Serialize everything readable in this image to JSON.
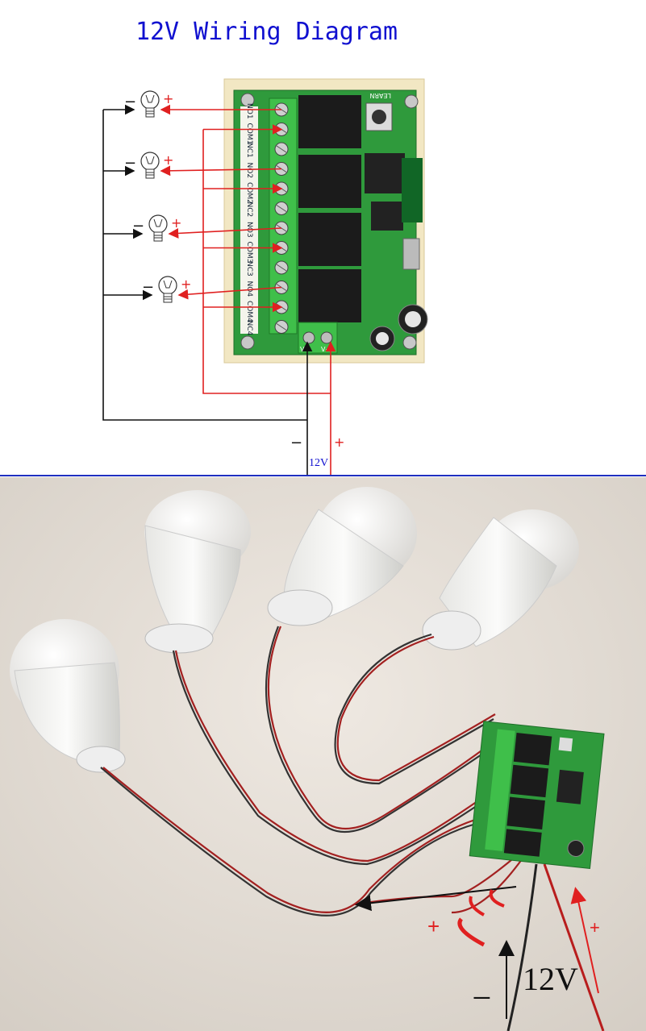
{
  "title": "12V Wiring Diagram",
  "diagram": {
    "board_button_label": "LEARN",
    "terminal_labels": [
      "NO1",
      "COM1",
      "NC1",
      "NO2",
      "COM2",
      "NC2",
      "NO3",
      "COM3",
      "NC3",
      "NO4",
      "COM4",
      "NC4"
    ],
    "power_terminal_labels": [
      "V-",
      "V+"
    ],
    "lamp_minus": "−",
    "lamp_plus": "+",
    "supply_minus": "−",
    "supply_plus": "+",
    "supply_voltage": "12V"
  },
  "photo": {
    "minus": "_",
    "plus_left": "+",
    "plus_right": "+",
    "voltage": "12V"
  },
  "colors": {
    "title": "#1010d0",
    "positive_wire": "#e02020",
    "negative_wire": "#111111",
    "divider": "#2030c0",
    "board_green": "#2f9a3c",
    "terminal_green": "#3fbf4a"
  }
}
